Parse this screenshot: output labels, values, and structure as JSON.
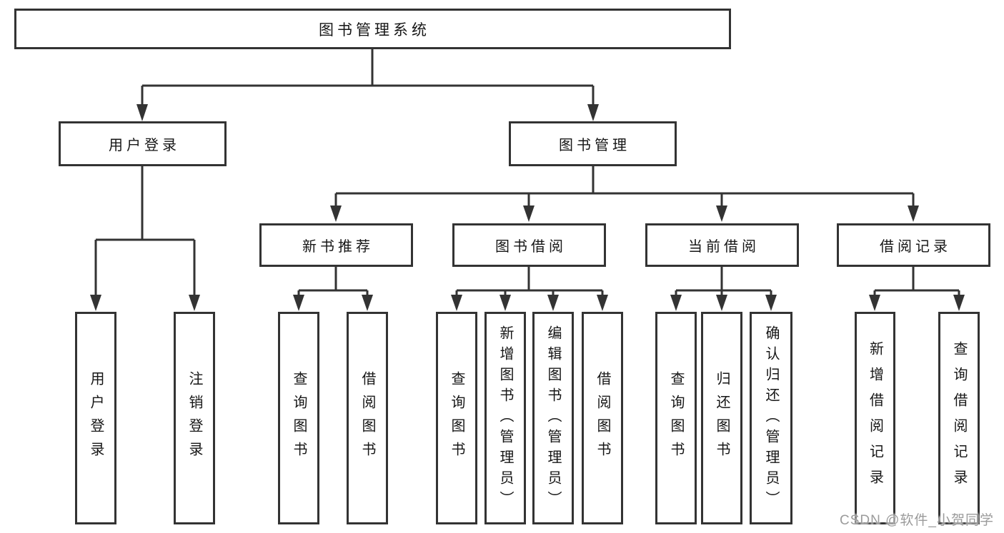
{
  "nodes": {
    "root": "图书管理系统",
    "user_login": "用户登录",
    "book_management": "图书管理",
    "new_book_rec": "新书推荐",
    "book_borrow": "图书借阅",
    "current_borrow": "当前借阅",
    "borrow_records": "借阅记录",
    "leaf_user_login": "用户登录",
    "leaf_logout": "注销登录",
    "leaf_nbr_query_book": "查询图书",
    "leaf_nbr_borrow_book": "借阅图书",
    "leaf_bb_query_book": "查询图书",
    "leaf_bb_add_book_admin": "新增图书（管理员）",
    "leaf_bb_edit_book_admin": "编辑图书（管理员）",
    "leaf_bb_borrow_book": "借阅图书",
    "leaf_cb_query_book": "查询图书",
    "leaf_cb_return_book": "归还图书",
    "leaf_cb_confirm_return_admin": "确认归还（管理员）",
    "leaf_br_add_record": "新增借阅记录",
    "leaf_br_query_record": "查询借阅记录"
  },
  "watermark": {
    "text": "CSDN @软件_小贺同学"
  },
  "colors": {
    "line": "#333333",
    "text": "#161616",
    "watermark": "#9b9b9b",
    "background": "#ffffff"
  }
}
